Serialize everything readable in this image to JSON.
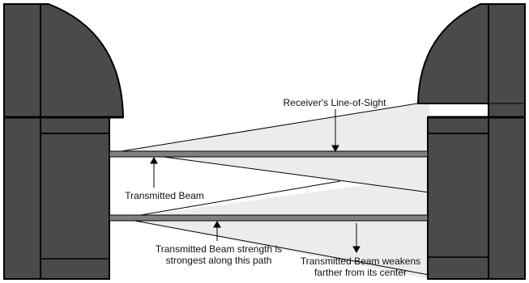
{
  "labels": {
    "receiver_los": "Receiver's Line-of-Sight",
    "transmitted_beam": "Transmitted Beam",
    "strength_line1": "Transmitted Beam strength is",
    "strength_line2": "strongest along this path",
    "weakens_line1": "Transmitted Beam weakens",
    "weakens_line2": "farther from its center"
  },
  "colors": {
    "housing": "#4a4a4a",
    "housing_dark": "#3a3a3a",
    "outline": "#000000",
    "cone_fill": "#ececec",
    "beam": "#808080",
    "background": "#ffffff"
  }
}
